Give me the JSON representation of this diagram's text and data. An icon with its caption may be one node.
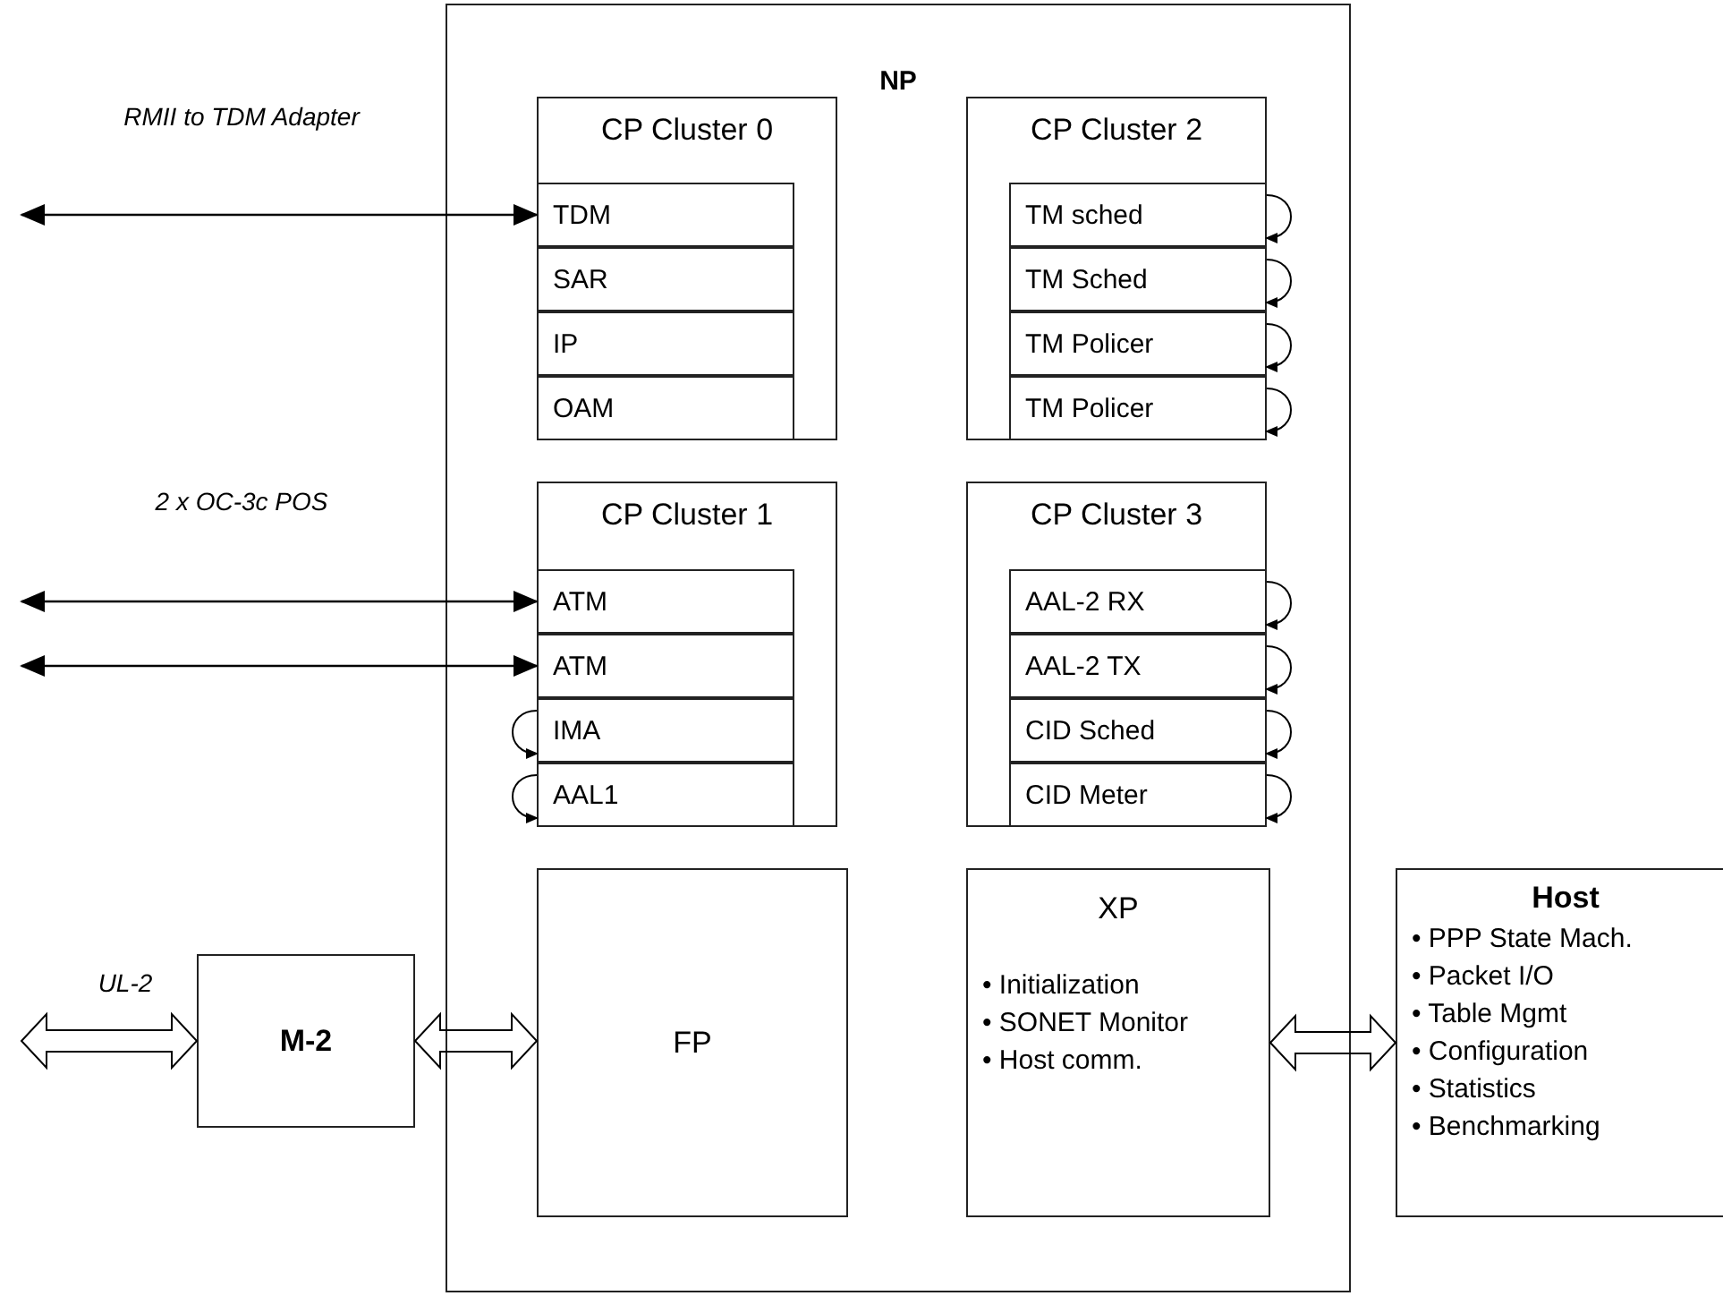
{
  "diagram": {
    "nodes": [
      {
        "text": [
          "NP"
        ]
      },
      {
        "text": [
          "CP Cluster 0"
        ],
        "in": 0
      },
      {
        "text": [
          "TDM"
        ],
        "in": 1
      },
      {
        "text": [
          "SAR"
        ],
        "in": 1
      },
      {
        "text": [
          "IP"
        ],
        "in": 1
      },
      {
        "text": [
          "OAM"
        ],
        "in": 1
      },
      {
        "text": [
          "CP Cluster 2"
        ],
        "in": 0
      },
      {
        "text": [
          "TM sched"
        ],
        "in": 6
      },
      {
        "text": [
          "TM Sched"
        ],
        "in": 6
      },
      {
        "text": [
          "TM Policer"
        ],
        "in": 6
      },
      {
        "text": [
          "TM Policer"
        ],
        "in": 6
      },
      {
        "text": [
          "CP Cluster 1"
        ],
        "in": 0
      },
      {
        "text": [
          "ATM"
        ],
        "in": 11
      },
      {
        "text": [
          "ATM"
        ],
        "in": 11
      },
      {
        "text": [
          "IMA"
        ],
        "in": 11
      },
      {
        "text": [
          "AAL1"
        ],
        "in": 11
      },
      {
        "text": [
          "CP Cluster 3"
        ],
        "in": 0
      },
      {
        "text": [
          "AAL-2 RX"
        ],
        "in": 16
      },
      {
        "text": [
          "AAL-2 TX"
        ],
        "in": 16
      },
      {
        "text": [
          "CID Sched"
        ],
        "in": 16
      },
      {
        "text": [
          "CID Meter"
        ],
        "in": 16
      },
      {
        "text": [
          "FP"
        ],
        "in": 0
      },
      {
        "text": [
          "XP",
          "• Initialization",
          "• SONET Monitor",
          "• Host comm."
        ],
        "in": 0
      },
      {
        "text": [
          "M-2"
        ]
      },
      {
        "text": [
          "Host",
          "• PPP State Mach.",
          "• Packet I/O",
          "• Table Mgmt",
          "• Configuration",
          "• Statistics",
          "• Benchmarking"
        ]
      }
    ],
    "edges": [
      {
        "from": null,
        "to": 2,
        "arrow": "both",
        "label": "RMII to TDM Adapter"
      },
      {
        "from": 7,
        "to": 7,
        "arrow": "to"
      },
      {
        "from": 8,
        "to": 8,
        "arrow": "to"
      },
      {
        "from": 9,
        "to": 9,
        "arrow": "to"
      },
      {
        "from": 10,
        "to": 10,
        "arrow": "to"
      },
      {
        "from": null,
        "to": 12,
        "arrow": "both",
        "label": "2 x OC-3c POS"
      },
      {
        "from": null,
        "to": 13,
        "arrow": "both"
      },
      {
        "from": 14,
        "to": 14,
        "arrow": "to"
      },
      {
        "from": 15,
        "to": 15,
        "arrow": "to"
      },
      {
        "from": 17,
        "to": 17,
        "arrow": "to"
      },
      {
        "from": 18,
        "to": 18,
        "arrow": "to"
      },
      {
        "from": 19,
        "to": 19,
        "arrow": "to"
      },
      {
        "from": 20,
        "to": 20,
        "arrow": "to"
      },
      {
        "from": null,
        "to": 23,
        "arrow": "both",
        "label": "UL-2",
        "style": "thick"
      },
      {
        "from": 23,
        "to": 21,
        "arrow": "both",
        "style": "thick"
      },
      {
        "from": 22,
        "to": 24,
        "arrow": "both",
        "style": "thick"
      }
    ]
  }
}
